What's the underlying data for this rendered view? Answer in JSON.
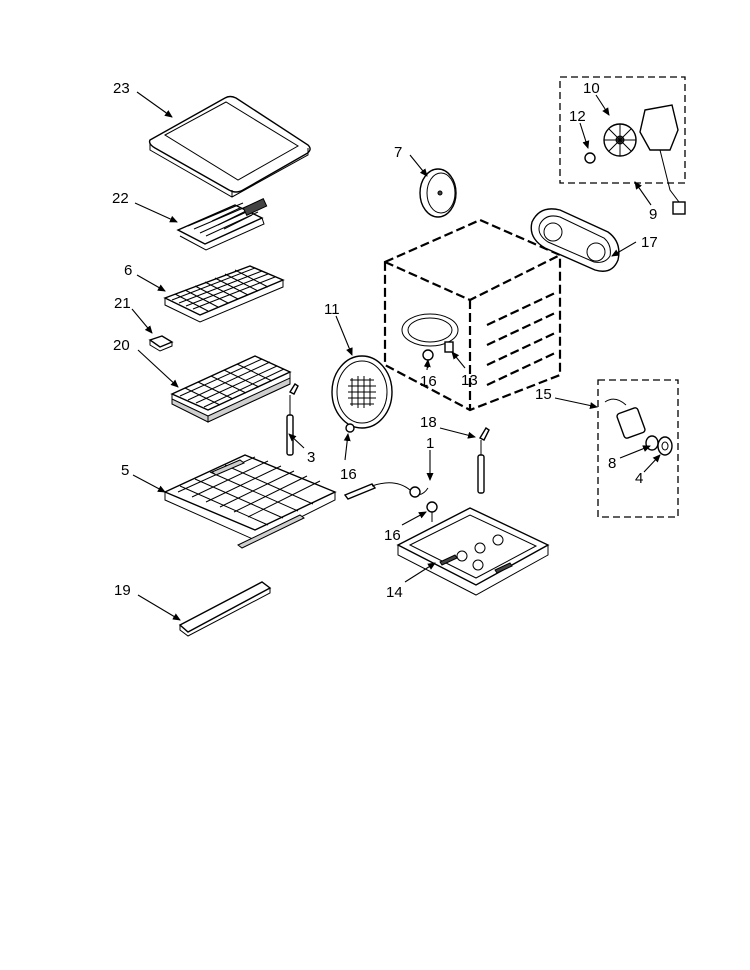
{
  "callouts": {
    "c23": "23",
    "c22": "22",
    "c6": "6",
    "c21": "21",
    "c20": "20",
    "c5": "5",
    "c19": "19",
    "c3": "3",
    "c11": "11",
    "c16a": "16",
    "c16b": "16",
    "c16c": "16",
    "c7": "7",
    "c13": "13",
    "c1": "1",
    "c18": "18",
    "c14": "14",
    "c10": "10",
    "c12": "12",
    "c9": "9",
    "c17": "17",
    "c15": "15",
    "c8": "8",
    "c4": "4"
  }
}
